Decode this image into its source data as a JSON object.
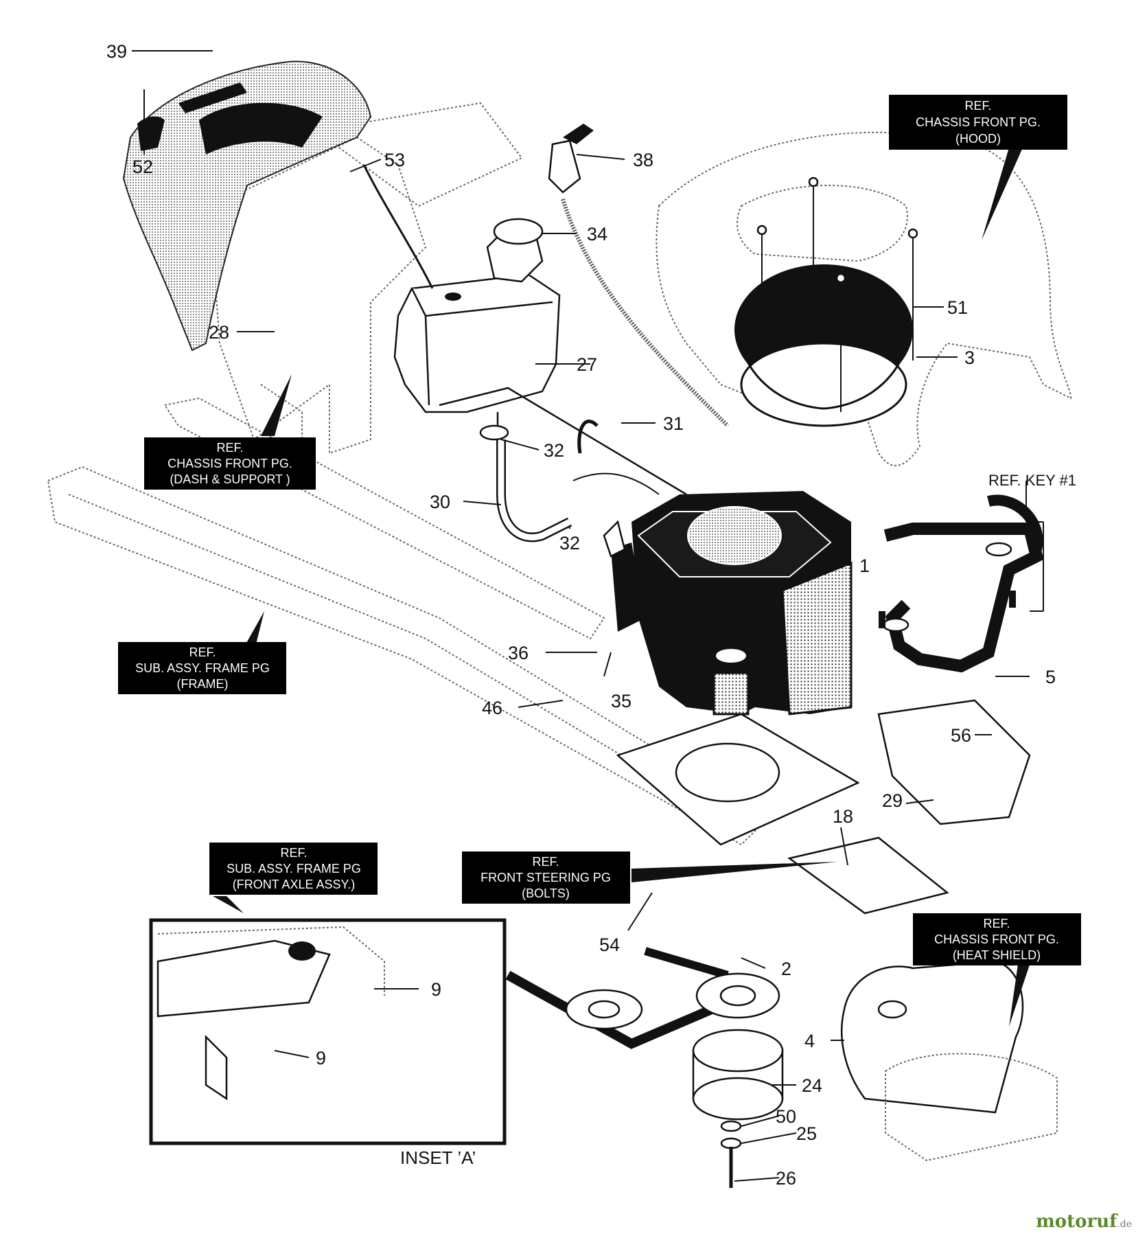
{
  "callouts": {
    "c39": "39",
    "c52": "52",
    "c53": "53",
    "c38": "38",
    "c34": "34",
    "c28": "28",
    "c27": "27",
    "c51": "51",
    "c3": "3",
    "c31": "31",
    "c32a": "32",
    "c30": "30",
    "c32b": "32",
    "c1": "1",
    "c36": "36",
    "c35": "35",
    "c46": "46",
    "c5": "5",
    "c56": "56",
    "c29": "29",
    "c18": "18",
    "c54": "54",
    "c2": "2",
    "c9a": "9",
    "c9b": "9",
    "c4": "4",
    "c24": "24",
    "c50": "50",
    "c25": "25",
    "c26": "26"
  },
  "refs": {
    "hood": [
      "REF.",
      "CHASSIS FRONT PG.",
      "(HOOD)"
    ],
    "dash": [
      "REF.",
      "CHASSIS FRONT PG.",
      "(DASH & SUPPORT )"
    ],
    "frame": [
      "REF.",
      "SUB. ASSY. FRAME PG",
      "(FRAME)"
    ],
    "axle": [
      "REF.",
      "SUB. ASSY. FRAME PG",
      "(FRONT AXLE ASSY.)"
    ],
    "steering": [
      "REF.",
      "FRONT STEERING PG",
      "(BOLTS)"
    ],
    "heat": [
      "REF.",
      "CHASSIS FRONT PG.",
      "(HEAT SHIELD)"
    ]
  },
  "ref_key": "REF. KEY #1",
  "inset_label": "INSET ’A’",
  "watermark": {
    "brand": "motoruf",
    "tld": ".de"
  }
}
